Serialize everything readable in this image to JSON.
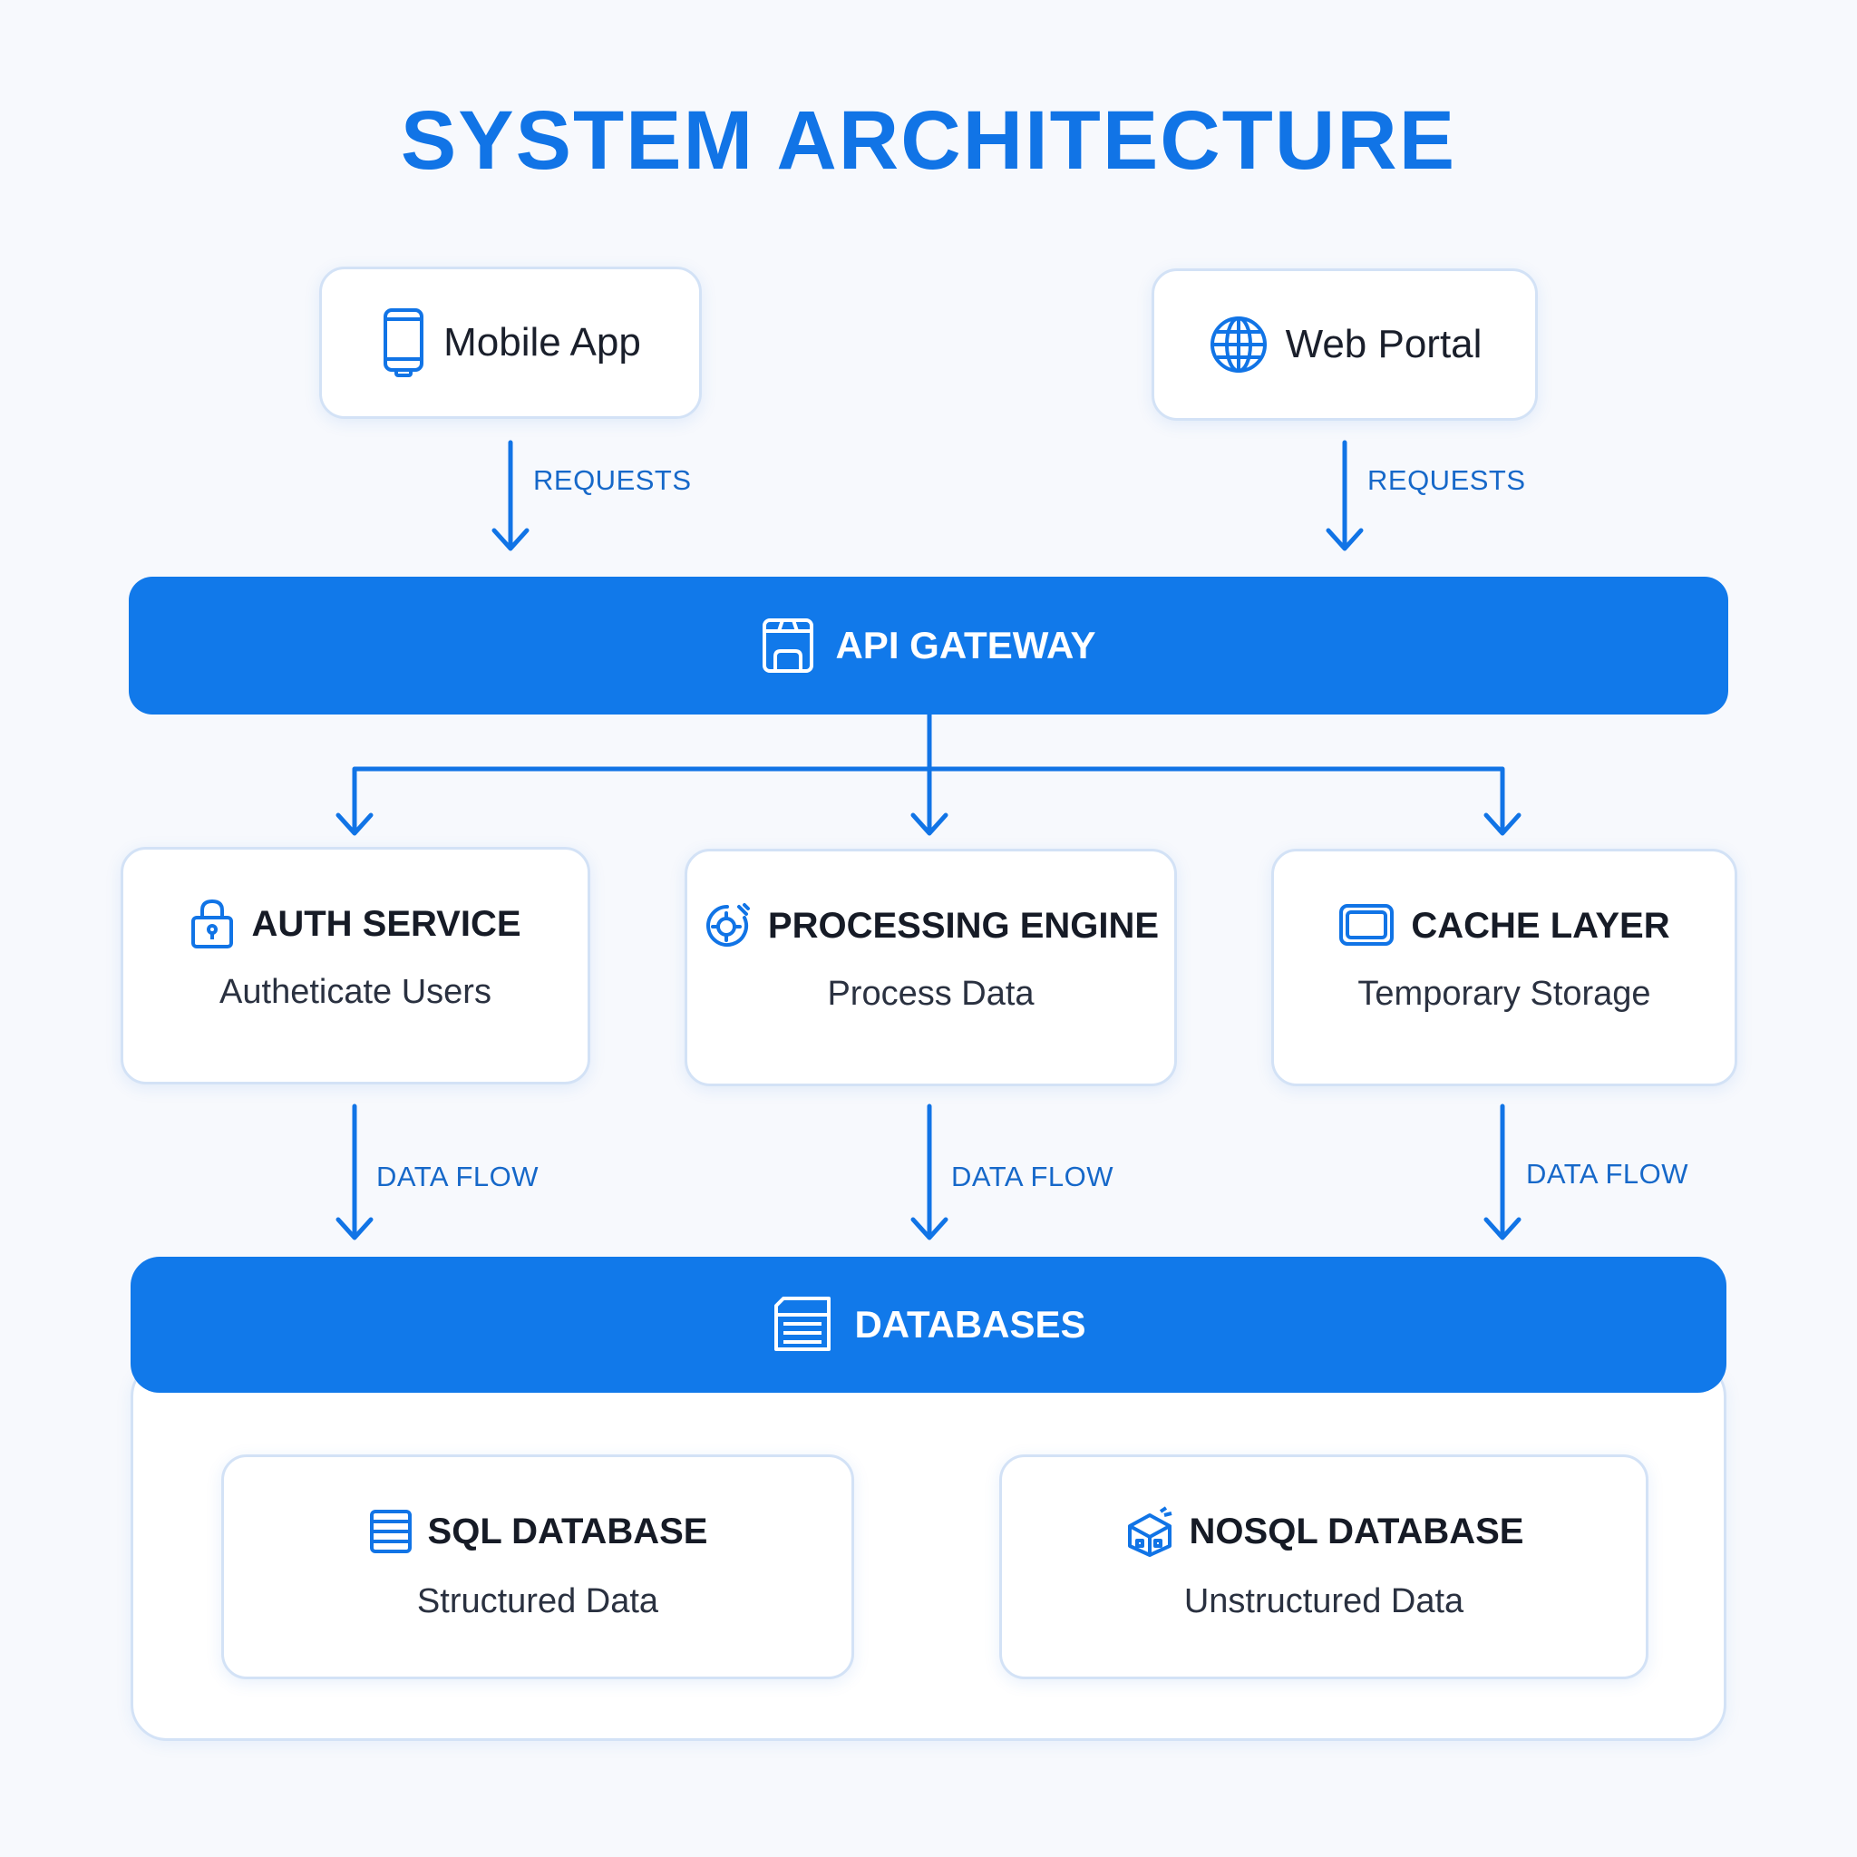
{
  "title": "SYSTEM ARCHITECTURE",
  "colors": {
    "accent": "#1179ea",
    "card_border": "#d3e2f6",
    "background": "#f7f9fd"
  },
  "clients": [
    {
      "label": "Mobile App",
      "icon": "smartphone-icon",
      "arrow_label": "REQUESTS"
    },
    {
      "label": "Web Portal",
      "icon": "globe-icon",
      "arrow_label": "REQUESTS"
    }
  ],
  "gateway": {
    "label": "API GATEWAY",
    "icon": "gateway-icon"
  },
  "services": [
    {
      "title": "AUTH SERVICE",
      "subtitle": "Autheticate Users",
      "icon": "lock-icon",
      "arrow_label": "DATA FLOW"
    },
    {
      "title": "PROCESSING ENGINE",
      "subtitle": "Process Data",
      "icon": "gear-icon",
      "arrow_label": "DATA FLOW"
    },
    {
      "title": "CACHE LAYER",
      "subtitle": "Temporary Storage",
      "icon": "monitor-icon",
      "arrow_label": "DATA FLOW"
    }
  ],
  "databases": {
    "label": "DATABASES",
    "icon": "database-icon",
    "items": [
      {
        "title": "SQL DATABASE",
        "subtitle": "Structured Data",
        "icon": "sql-icon"
      },
      {
        "title": "NOSQL DATABASE",
        "subtitle": "Unstructured Data",
        "icon": "nosql-icon"
      }
    ]
  }
}
